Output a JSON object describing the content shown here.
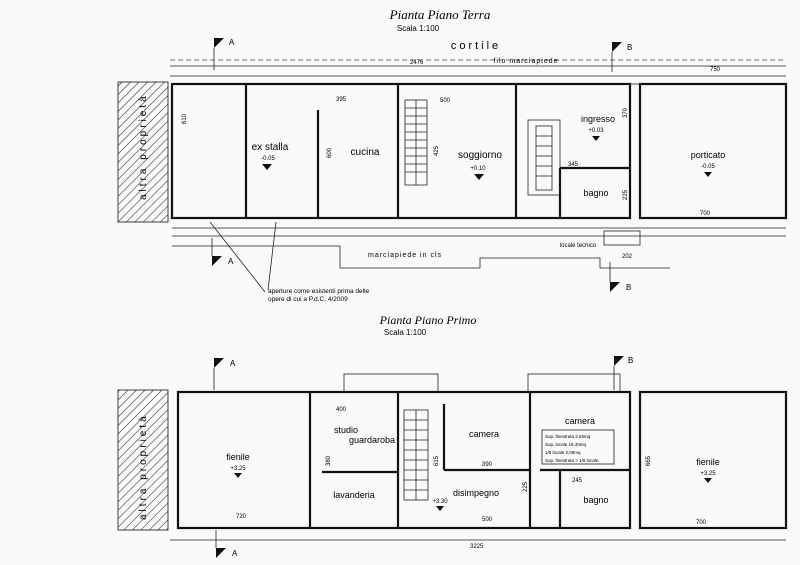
{
  "ground_floor": {
    "title": "Pianta Piano Terra",
    "scale": "Scala 1:100",
    "courtyard": "cortile",
    "curb_line": "filo marciapiede",
    "sidewalk": "marciapiede in cls",
    "neighbor_property": "altra proprietà",
    "openings_note_1": "aperture come esistenti prima delle",
    "openings_note_2": "opere di cui a P.d.C. 4/2009",
    "section_a": "A",
    "section_b": "B",
    "rooms": {
      "ex_stalla": "ex stalla",
      "cucina": "cucina",
      "soggiorno": "soggiorno",
      "ingresso": "ingresso",
      "bagno": "bagno",
      "porticato": "porticato",
      "locale_tecnico": "locale tecnico"
    },
    "levels": {
      "ex_stalla": "-0.05",
      "soggiorno": "+0.10",
      "ingresso": "+0.03",
      "porticato": "-0.05"
    },
    "dims": {
      "total_top": "2476",
      "right_top": "750",
      "cucina_w": "395",
      "soggiorno_w": "500",
      "bagno_w": "345",
      "porticato_w": "700",
      "cucina_h": "600",
      "locale_w": "202",
      "a1": "610",
      "a2": "425",
      "a3": "370",
      "a4": "225"
    }
  },
  "first_floor": {
    "title": "Pianta Piano Primo",
    "scale": "Scala 1:100",
    "neighbor_property": "altra proprietà",
    "section_a": "A",
    "section_b": "B",
    "rooms": {
      "fienile_left": "fienile",
      "studio": "studio",
      "guardaroba": "guardaroba",
      "lavanderia": "lavanderia",
      "camera_mid": "camera",
      "disimpegno": "disimpegno",
      "camera_right": "camera",
      "bagno": "bagno",
      "fienile_right": "fienile"
    },
    "levels": {
      "fienile_left": "+3.25",
      "disimpegno": "+3.30",
      "fienile_right": "+3.25"
    },
    "ratio_table": [
      "Sup. finestrata   2,55mq",
      "Sup. locale       16,40mq",
      "1/8 locale        2,05mq",
      "Sup. finestrata > 1/8 locale"
    ],
    "dims": {
      "total_bottom": "3225",
      "fienile_w": "720",
      "studio_w": "400",
      "camera_w": "390",
      "disimpegno_w": "500",
      "bagno_w": "245",
      "fienile_r_w": "700",
      "h1": "380",
      "h2": "615",
      "h3": "665",
      "h4": "225"
    }
  }
}
